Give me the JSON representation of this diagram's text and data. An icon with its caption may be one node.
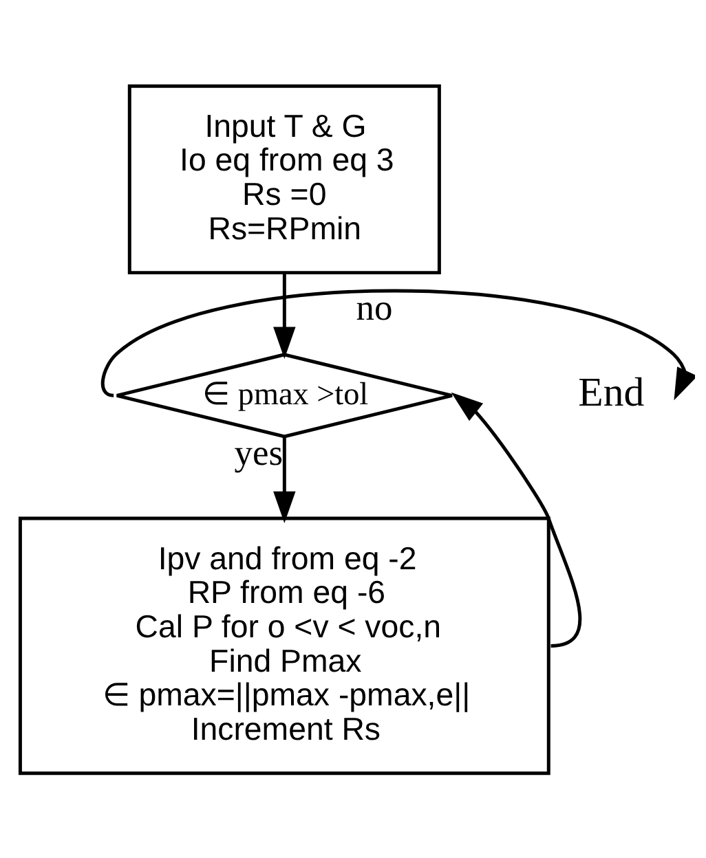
{
  "diagram": {
    "nodes": [
      {
        "text": [
          "Input T & G",
          "Io eq from eq 3",
          "Rs =0",
          "Rs=RPmin"
        ]
      },
      {
        "text": [
          "∈ pmax >tol"
        ]
      },
      {
        "text": [
          "End"
        ]
      },
      {
        "text": [
          "Ipv and from eq -2",
          "RP from eq -6",
          "Cal P for o <v < voc,n",
          "Find Pmax",
          "∈ pmax=||pmax -pmax,e||",
          "Increment Rs"
        ]
      }
    ],
    "edges": [
      {
        "from": 0,
        "to": 1,
        "arrow": "to"
      },
      {
        "from": 1,
        "to": 2,
        "arrow": "to",
        "label": "no"
      },
      {
        "from": 1,
        "to": 3,
        "arrow": "to",
        "label": "yes"
      },
      {
        "from": 3,
        "to": 1,
        "arrow": "to"
      }
    ]
  }
}
